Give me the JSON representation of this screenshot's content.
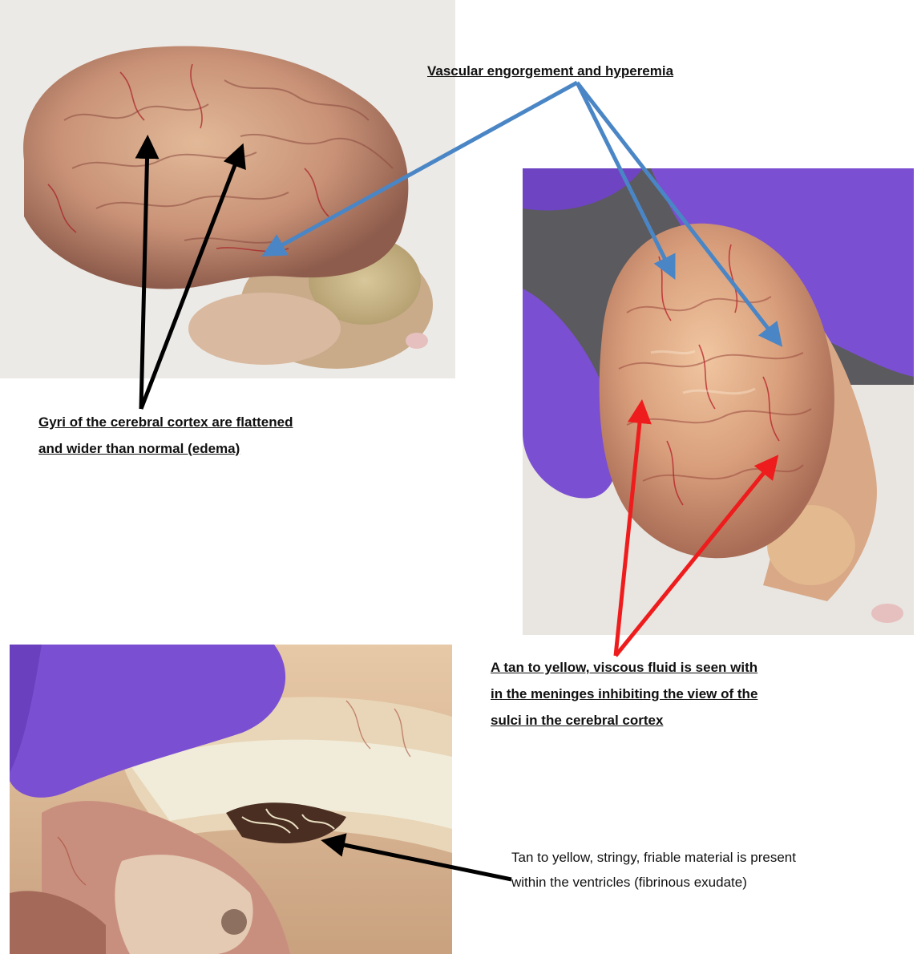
{
  "annotations": {
    "vascular": "Vascular engorgement and hyperemia",
    "gyri": "Gyri of the cerebral cortex are flattened and wider than normal (edema)",
    "fluid": "A tan to yellow, viscous fluid is seen with in the meninges inhibiting the view of the sulci in the cerebral cortex",
    "material": "Tan to yellow, stringy, friable material is present within the ventricles (fibrinous exudate)"
  },
  "colors": {
    "blue_arrow": "#4a86c5",
    "red_arrow": "#ee1c1c",
    "black_arrow": "#000000",
    "glove": "#7b4fd1"
  }
}
